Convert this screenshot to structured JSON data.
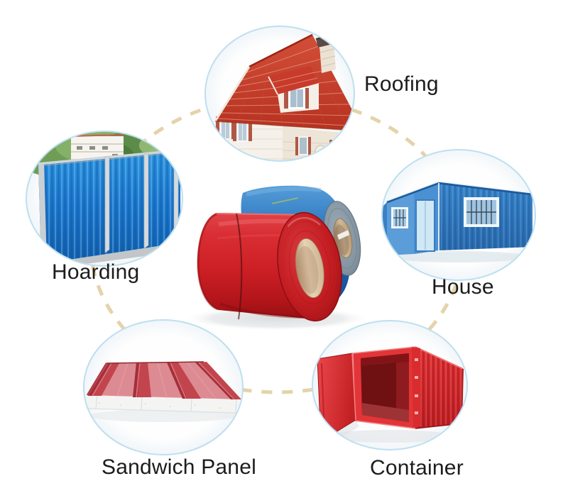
{
  "diagram": {
    "description_of_center": "two prepainted steel coils, one red and one blue",
    "center_item": {
      "id": "steel-coils",
      "illustration": "steel-coils-icon"
    },
    "nodes": [
      {
        "id": "roofing",
        "label": "Roofing",
        "illustration": "red-roof-house-icon"
      },
      {
        "id": "hoarding",
        "label": "Hoarding",
        "illustration": "blue-fence-icon"
      },
      {
        "id": "house",
        "label": "House",
        "illustration": "blue-container-house-icon"
      },
      {
        "id": "sandwich-panel",
        "label": "Sandwich Panel",
        "illustration": "red-sandwich-panel-icon"
      },
      {
        "id": "container",
        "label": "Container",
        "illustration": "red-shipping-container-icon"
      }
    ],
    "colors": {
      "background": "#ffffff",
      "dashed_ring": "#e5d3a9",
      "circle_ring": "#bedff0",
      "label_text": "#1c1c1c",
      "coil_red": "#d02327",
      "coil_blue": "#2f7ac2",
      "coil_core_tan": "#e0c9ab",
      "roof_red": "#c23b2e",
      "fence_blue": "#1b76cc",
      "house_blue": "#2f7cc2",
      "panel_red": "#c2454e",
      "container_red": "#d82b2e"
    }
  }
}
